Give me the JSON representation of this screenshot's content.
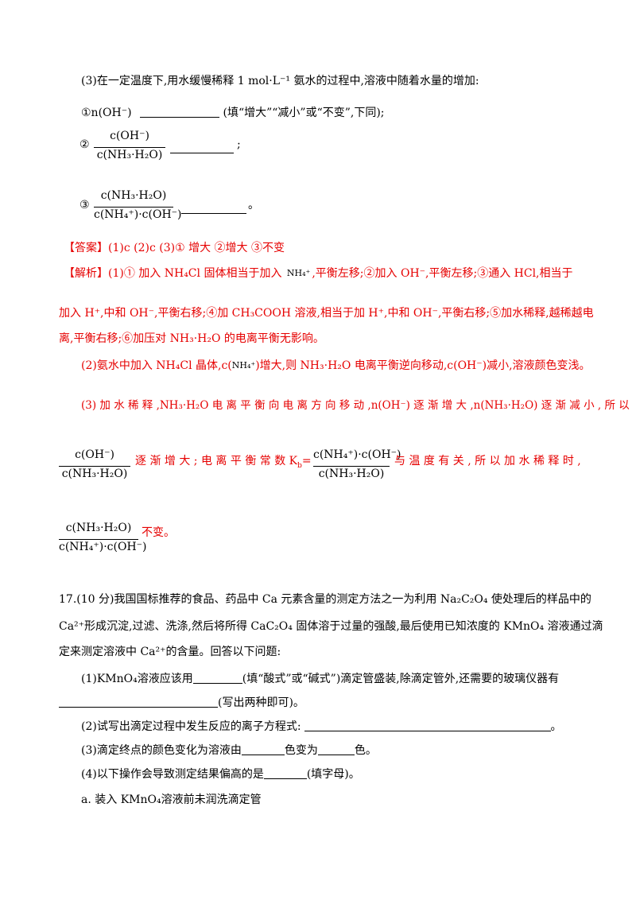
{
  "part3": {
    "intro": "(3)在一定温度下,用水缓慢稀释 1 mol·L⁻¹ 氨水的过程中,溶液中随着水量的增加:",
    "q1_label": "①n(OH⁻)",
    "q1_hint": "(填“增大”“减小”或“不变”,下同);",
    "q2_label": "②",
    "q2_num": "c(OH⁻)",
    "q2_den": "c(NH₃·H₂O)",
    "q2_end": ";",
    "q3_label": "③",
    "q3_num": "c(NH₃·H₂O)",
    "q3_den": "c(NH₄⁺)·c(OH⁻)",
    "q3_end": "。"
  },
  "answer": {
    "tag": "【答案】",
    "text": "(1)c   (2)c   (3)① 增大   ②增大   ③不变"
  },
  "analysis": {
    "tag": "【解析】",
    "l1a": "(1)① 加入 NH₄Cl 固体相当于加入",
    "l1ion": "NH₄⁺",
    "l1b": ",平衡左移;②加入 OH⁻,平衡左移;③通入 HCl,相当于",
    "l2": "加入 H⁺,中和 OH⁻,平衡右移;④加 CH₃COOH 溶液,相当于加 H⁺,中和 OH⁻,平衡右移;⑤加水稀释,越稀越电",
    "l3": "离,平衡右移;⑥加压对 NH₃·H₂O 的电离平衡无影响。",
    "p2a": "(2)氨水中加入 NH₄Cl 晶体,c(",
    "p2ion": "NH₄⁺",
    "p2b": ")增大,则 NH₃·H₂O 电离平衡逆向移动,c(OH⁻)减小,溶液颜色变浅。",
    "p3": "(3) 加 水 稀 释 ,NH₃·H₂O 电 离 平 衡 向 电 离 方 向 移 动 ,n(OH⁻) 逐 渐 增 大 ,n(NH₃·H₂O) 逐 渐 减 小 , 所 以",
    "f1_num": "c(OH⁻)",
    "f1_den": "c(NH₃·H₂O)",
    "mid1": "逐 渐 增 大 ; 电 离 平 衡 常 数 K",
    "mid1_sub": "b",
    "mid1_eq": "=",
    "f2_num": "c(NH₄⁺)·c(OH⁻)",
    "f2_den": "c(NH₃·H₂O)",
    "mid2": "与 温 度 有 关 , 所 以 加 水 稀 释 时 ,",
    "f3_num": "c(NH₃·H₂O)",
    "f3_den": "c(NH₄⁺)·c(OH⁻)",
    "end": "不变。"
  },
  "q17": {
    "l1": "17.(10 分)我国国标推荐的食品、药品中 Ca 元素含量的测定方法之一为利用 Na₂C₂O₄ 使处理后的样品中的",
    "l2": "Ca²⁺形成沉淀,过滤、洗涤,然后将所得 CaC₂O₄ 固体溶于过量的强酸,最后使用已知浓度的 KMnO₄ 溶液通过滴",
    "l3": "定来测定溶液中 Ca²⁺的含量。回答以下问题:",
    "s1a": "(1)KMnO₄溶液应该用",
    "s1b": "(填“酸式”或“碱式”)滴定管盛装,除滴定管外,还需要的玻璃仪器有",
    "s1c": "(写出两种即可)。",
    "s2a": "(2)试写出滴定过程中发生反应的离子方程式:",
    "s2b": "。",
    "s3a": "(3)滴定终点的颜色变化为溶液由",
    "s3b": "色变为",
    "s3c": "色。",
    "s4a": "(4)以下操作会导致测定结果偏高的是",
    "s4b": "(填字母)。",
    "opt_a": "a. 装入 KMnO₄溶液前未润洗滴定管"
  }
}
